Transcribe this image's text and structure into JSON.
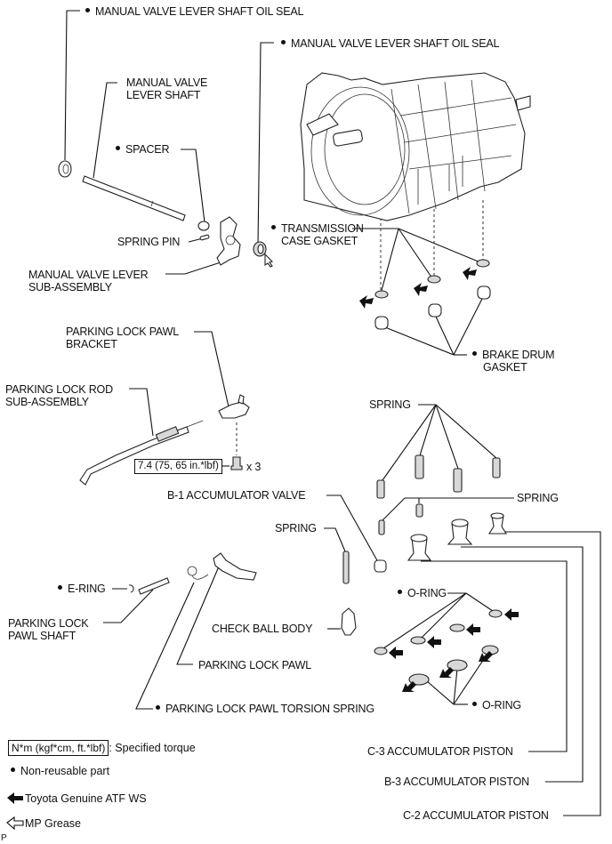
{
  "diagram": {
    "type": "exploded-parts-diagram",
    "subject": "Automatic transmission case components",
    "labels": {
      "oil_seal_left": "MANUAL VALVE LEVER SHAFT OIL SEAL",
      "oil_seal_right": "MANUAL VALVE LEVER SHAFT OIL SEAL",
      "lever_shaft_line1": "MANUAL VALVE",
      "lever_shaft_line2": "LEVER SHAFT",
      "spacer": "SPACER",
      "spring_pin": "SPRING PIN",
      "lever_sub_line1": "MANUAL VALVE LEVER",
      "lever_sub_line2": "SUB-ASSEMBLY",
      "case_gasket_line1": "TRANSMISSION",
      "case_gasket_line2": "CASE GASKET",
      "brake_drum_line1": "BRAKE DRUM",
      "brake_drum_line2": "GASKET",
      "pawl_bracket_line1": "PARKING LOCK PAWL",
      "pawl_bracket_line2": "BRACKET",
      "rod_sub_line1": "PARKING LOCK ROD",
      "rod_sub_line2": "SUB-ASSEMBLY",
      "torque_value": "7.4 (75, 65 in.*lbf)",
      "bolt_qty": "x 3",
      "spring_top": "SPRING",
      "b1_valve": "B-1 ACCUMULATOR VALVE",
      "spring_right": "SPRING",
      "spring_left": "SPRING",
      "e_ring": "E-RING",
      "pawl_shaft_line1": "PARKING LOCK",
      "pawl_shaft_line2": "PAWL SHAFT",
      "check_ball_body": "CHECK BALL BODY",
      "pawl": "PARKING LOCK PAWL",
      "torsion_spring": "PARKING LOCK PAWL TORSION SPRING",
      "o_ring_top": "O-RING",
      "o_ring_bottom": "O-RING",
      "c3_piston": "C-3 ACCUMULATOR PISTON",
      "b3_piston": "B-3 ACCUMULATOR PISTON",
      "c2_piston": "C-2 ACCUMULATOR PISTON"
    },
    "non_reusable": [
      "oil_seal_left",
      "oil_seal_right",
      "spacer",
      "case_gasket",
      "brake_drum",
      "e_ring",
      "torsion_spring",
      "o_ring_top",
      "o_ring_bottom"
    ],
    "legend": {
      "torque_box": "N*m (kgf*cm, ft.*lbf)",
      "torque_desc": ": Specified torque",
      "non_reusable": "Non-reusable part",
      "atf": "Toyota Genuine ATF WS",
      "grease": "MP Grease",
      "atf_icon": "solid-arrow-icon",
      "grease_icon": "outline-arrow-icon"
    },
    "corner_mark": "P"
  }
}
